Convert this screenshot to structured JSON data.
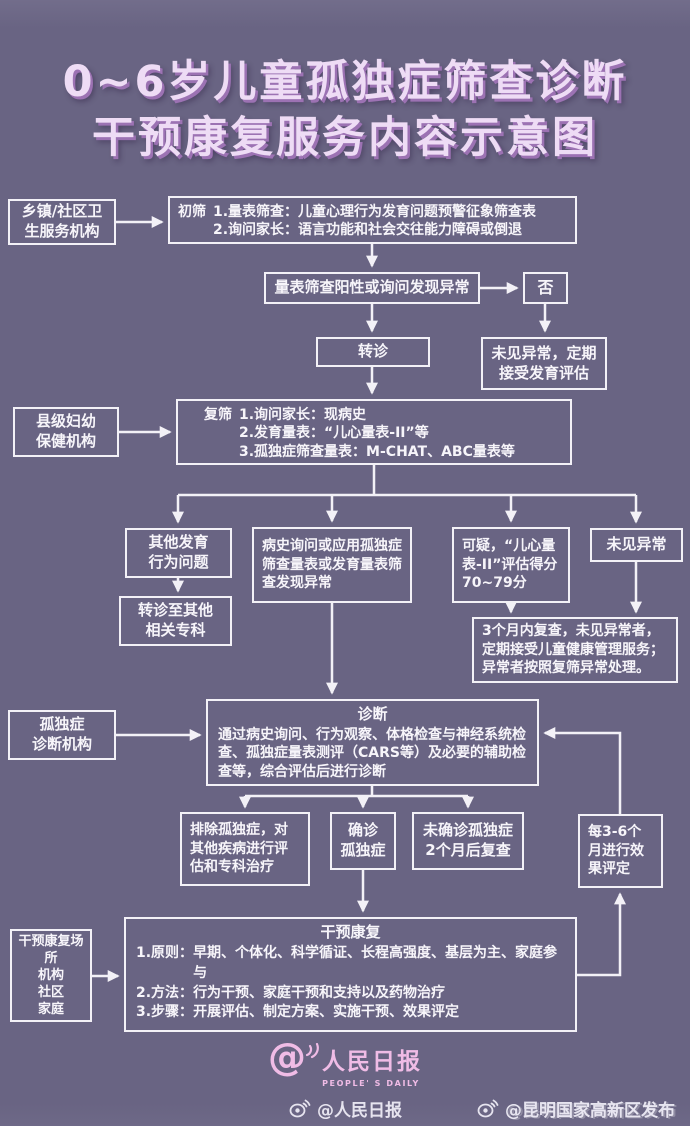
{
  "colors": {
    "background": "#696483",
    "box_border": "#f3f1f7",
    "box_text": "#f7f5fa",
    "title_fill": "#eedcf5",
    "title_shadow": "#9c72b3",
    "logo_pink": "#f0bce6",
    "watermark": "#f0eef8"
  },
  "title": {
    "line1": "0~6岁儿童孤独症筛查诊断",
    "line2": "干预康复服务内容示意图"
  },
  "flow": {
    "org_township": {
      "line1": "乡镇/社区卫",
      "line2": "生服务机构"
    },
    "initial_screen": {
      "label": "初筛",
      "item1": "1.量表筛查：儿童心理行为发育问题预警征象筛查表",
      "item2": "2.询问家长：语言功能和社会交往能力障碍或倒退"
    },
    "positive_or_abnormal": {
      "text": "量表筛查阳性或询问发现异常"
    },
    "no_branch": {
      "text": "否"
    },
    "no_abnormal_periodic": {
      "line1": "未见异常，定期",
      "line2": "接受发育评估"
    },
    "referral": {
      "text": "转诊"
    },
    "org_county": {
      "line1": "县级妇幼",
      "line2": "保健机构"
    },
    "re_screen": {
      "label": "复筛",
      "item1": "1.询问家长：现病史",
      "item2": "2.发育量表：“儿心量表-II”等",
      "item3": "3.孤独症筛查量表：M-CHAT、ABC量表等"
    },
    "other_dev_issues": {
      "line1": "其他发育",
      "line2": "行为问题"
    },
    "refer_other_specialty": {
      "line1": "转诊至其他",
      "line2": "相关专科"
    },
    "history_abnormal": {
      "text": "病史询问或应用孤独症筛查量表或发育量表筛查发现异常"
    },
    "suspicious": {
      "text": "可疑，“儿心量表-II”评估得分70~79分"
    },
    "no_abnormal": {
      "text": "未见异常"
    },
    "recheck_3m": {
      "text": "3个月内复查，未见异常者，定期接受儿童健康管理服务；异常者按照复筛异常处理。"
    },
    "org_diagnosis": {
      "line1": "孤独症",
      "line2": "诊断机构"
    },
    "diagnosis": {
      "title": "诊断",
      "body": "通过病史询问、行为观察、体格检查与神经系统检查、孤独症量表测评（CARS等）及必要的辅助检查等，综合评估后进行诊断"
    },
    "exclude_autism": {
      "text": "排除孤独症，对其他疾病进行评估和专科治疗"
    },
    "confirmed": {
      "line1": "确诊",
      "line2": "孤独症"
    },
    "not_confirmed": {
      "line1": "未确诊孤独症",
      "line2": "2个月后复查"
    },
    "effect_eval": {
      "text": "每3-6个月进行效果评定"
    },
    "org_intervention": {
      "line1": "干预康复场所",
      "line2": "机构",
      "line3": "社区",
      "line4": "家庭"
    },
    "intervention": {
      "title": "干预康复",
      "item1_label": "1.原则：",
      "item1_text": "早期、个体化、科学循证、长程高强度、基层为主、家庭参与",
      "item2_label": "2.方法：",
      "item2_text": "行为干预、家庭干预和支持以及药物治疗",
      "item3_label": "3.步骤：",
      "item3_text": "开展评估、制定方案、实施干预、效果评定"
    }
  },
  "footer": {
    "logo_at": "@",
    "logo_name": "人民日报",
    "logo_sub": "PEOPLE' S DAILY",
    "wm_left": "@人民日报",
    "wm_right": "@昆明国家高新区发布"
  }
}
